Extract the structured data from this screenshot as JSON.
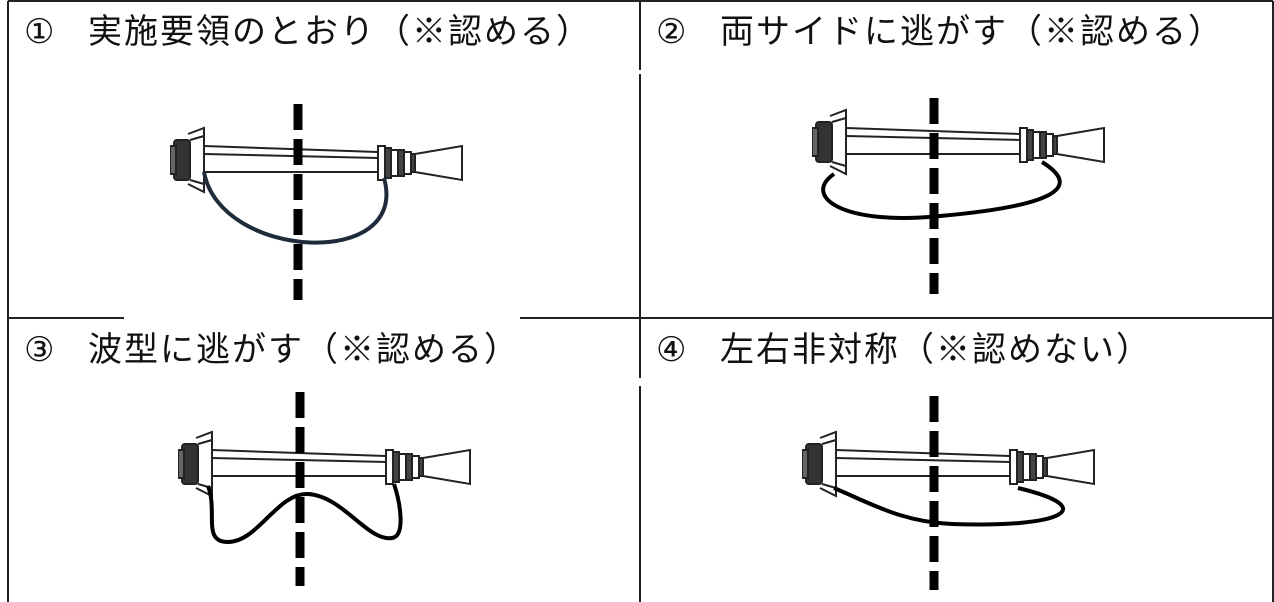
{
  "panels": [
    {
      "number": "①",
      "caption": "実施要領のとおり（※認める）"
    },
    {
      "number": "②",
      "caption": "両サイドに逃がす（※認める）"
    },
    {
      "number": "③",
      "caption": "波型に逃がす（※認める）"
    },
    {
      "number": "④",
      "caption": "左右非対称（※認めない）"
    }
  ]
}
